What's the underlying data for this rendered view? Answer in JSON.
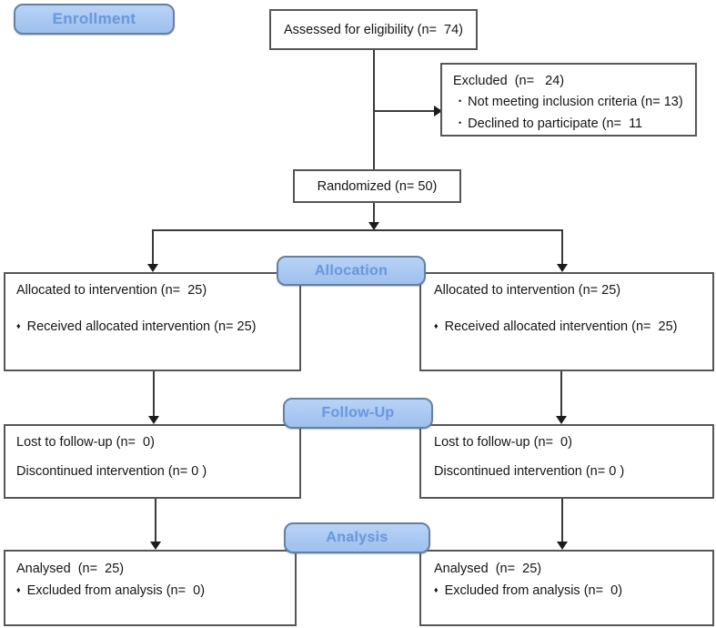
{
  "glyphs": {
    "bullet_round": "•",
    "bullet_diamond": "♦"
  },
  "badges": {
    "enrollment": "Enrollment",
    "allocation": "Allocation",
    "followup": "Follow-Up",
    "analysis": "Analysis"
  },
  "boxes": {
    "assessed": "Assessed for eligibility (n=  74)",
    "excluded": {
      "title": "Excluded  (n=   24)",
      "items": [
        "Not meeting inclusion criteria (n= 13)",
        "Declined to participate (n=  11"
      ]
    },
    "randomized": "Randomized (n= 50)",
    "allocation_left": {
      "title": "Allocated to intervention (n=  25)",
      "items": [
        "Received allocated intervention (n= 25)"
      ]
    },
    "allocation_right": {
      "title": "Allocated to intervention (n= 25)",
      "items": [
        "Received allocated intervention (n=  25)"
      ]
    },
    "followup_left": {
      "lines": [
        "Lost to follow-up (n=  0)",
        "Discontinued intervention (n= 0 )"
      ]
    },
    "followup_right": {
      "lines": [
        "Lost to follow-up (n=  0)",
        "Discontinued intervention (n= 0 )"
      ]
    },
    "analysis_left": {
      "title": "Analysed  (n=  25)",
      "items": [
        "Excluded from analysis (n=  0)"
      ]
    },
    "analysis_right": {
      "title": "Analysed  (n=  25)",
      "items": [
        "Excluded from analysis (n=  0)"
      ]
    }
  },
  "colors": {
    "badge_fill": "#a9c8f2",
    "badge_border": "#66819f",
    "badge_text": "#6c98dd",
    "box_border": "#55565a",
    "connector": "#3a3a3a"
  }
}
